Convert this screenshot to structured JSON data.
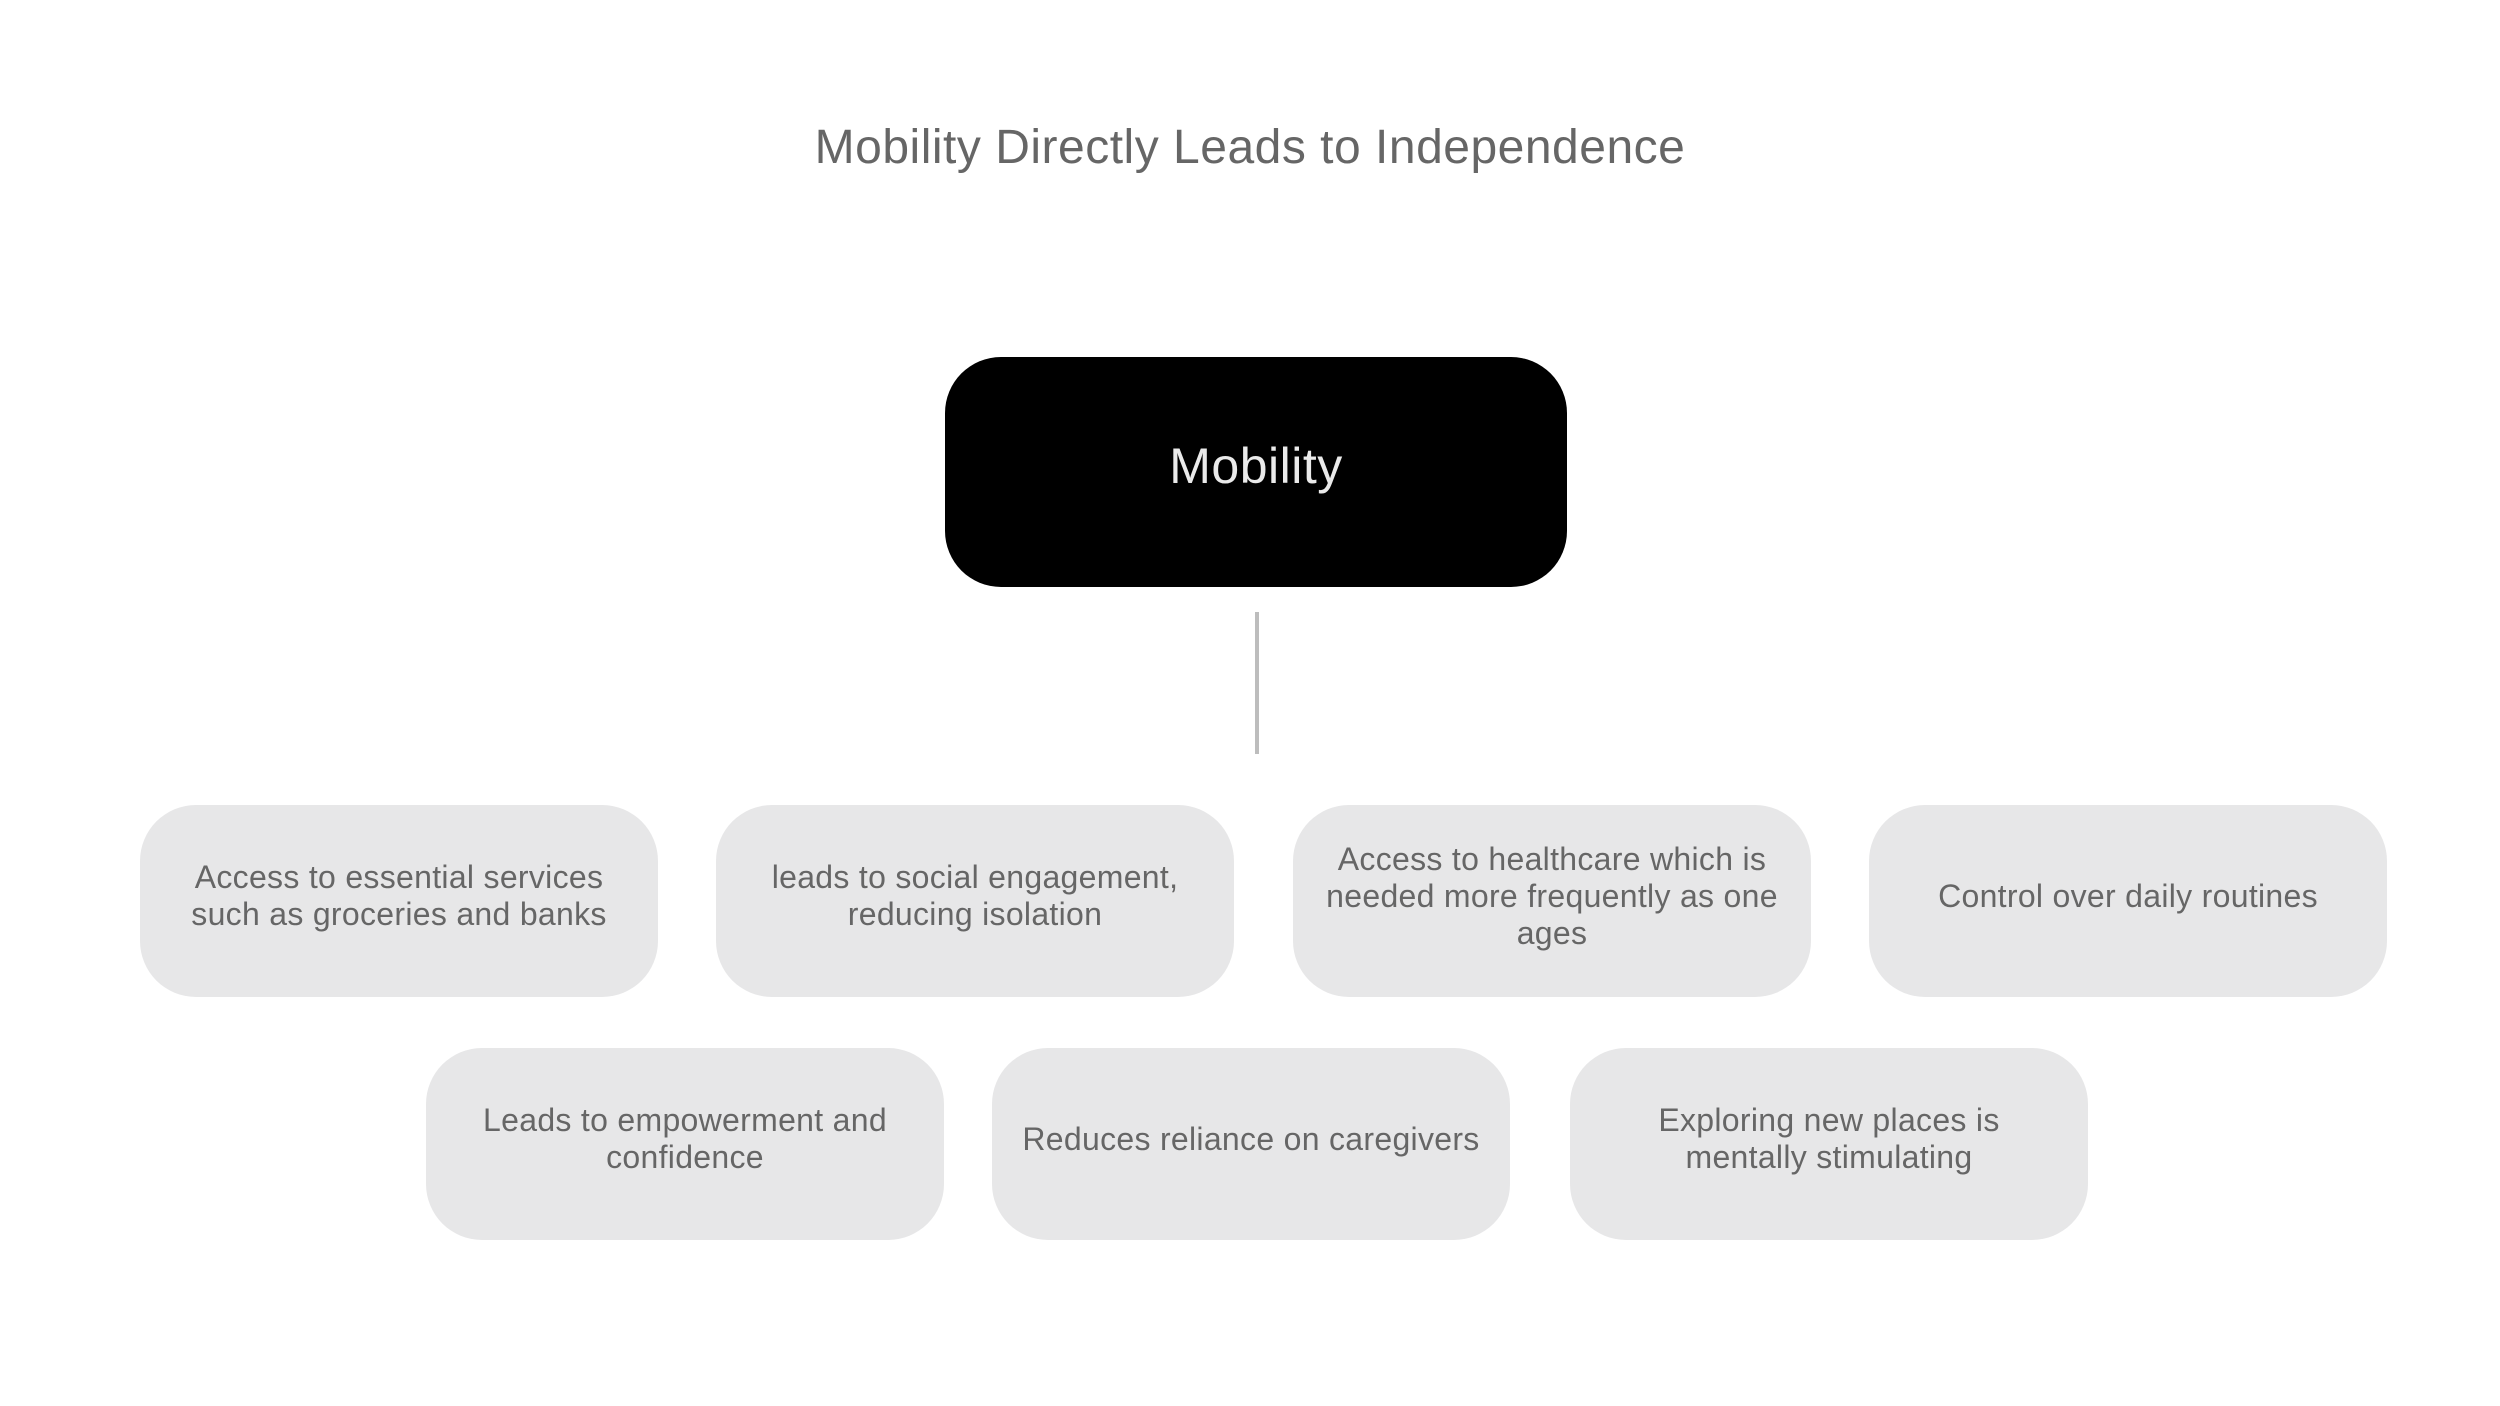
{
  "diagram": {
    "title": "Mobility Directly Leads to Independence",
    "root": {
      "label": "Mobility"
    },
    "children": [
      {
        "label": "Access to essential services such as groceries and banks"
      },
      {
        "label": "leads to social engagement, reducing isolation"
      },
      {
        "label": "Access to healthcare which is needed more frequently as one ages"
      },
      {
        "label": "Control over daily routines"
      },
      {
        "label": "Leads to empowerment and confidence"
      },
      {
        "label": "Reduces reliance on caregivers"
      },
      {
        "label": "Exploring new places is mentally stimulating"
      }
    ]
  },
  "colors": {
    "root_fill": "#000000",
    "root_text": "#eaeaea",
    "child_fill": "#e7e7e8",
    "text_gray": "#666666",
    "connector": "#bdbdbd",
    "background": "#ffffff"
  }
}
